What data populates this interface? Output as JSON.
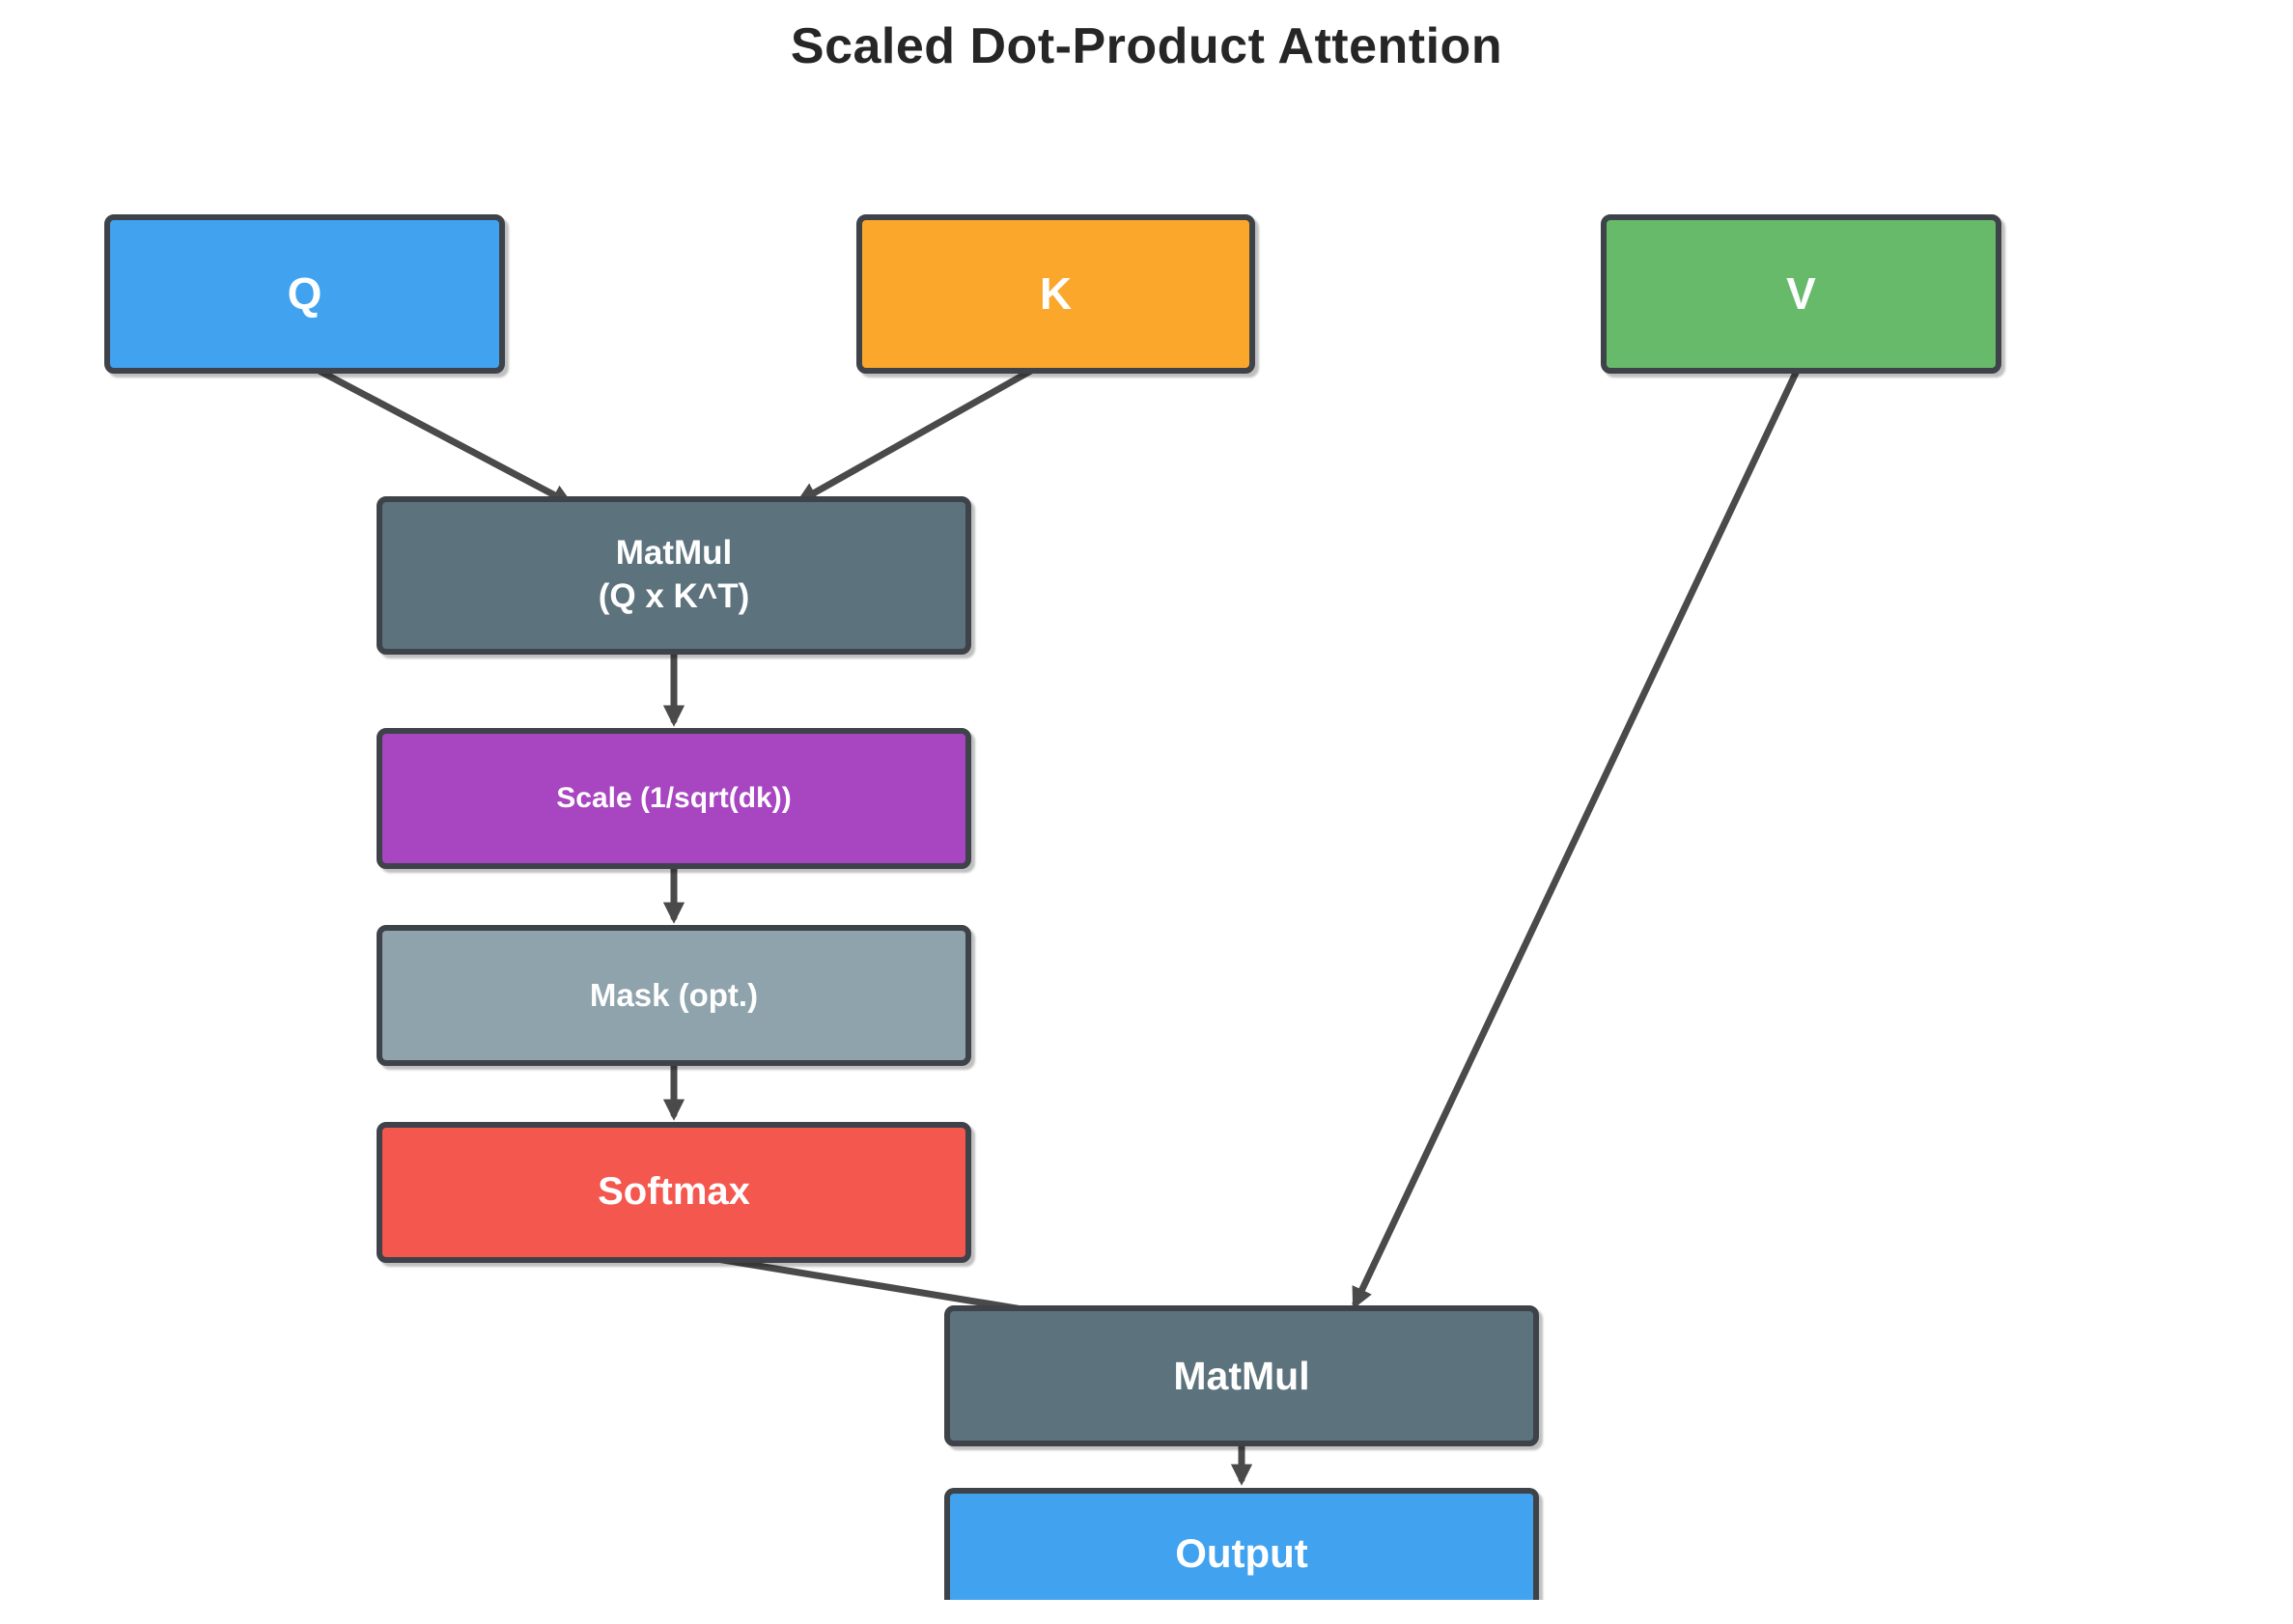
{
  "title": "Scaled Dot-Product Attention",
  "palette": {
    "input_blue": "#41A3F0",
    "key_orange": "#FAA72B",
    "value_green": "#67BA6A",
    "matmul_slate": "#5C727C",
    "scale_purple": "#A846C1",
    "mask_bluegray": "#8FA3AD",
    "softmax_red": "#F4574E",
    "node_border": "#3E4349",
    "arrow_gray": "#4A4A4A",
    "title_text": "#262626",
    "node_text": "#FFFFFF",
    "background": "#FFFFFF"
  },
  "nodes": {
    "q": {
      "label": "Q",
      "color": "#41A3F0"
    },
    "k": {
      "label": "K",
      "color": "#FAA72B"
    },
    "v": {
      "label": "V",
      "color": "#67BA6A"
    },
    "matmul_qk": {
      "label_line1": "MatMul",
      "label_line2": "(Q x K^T)",
      "color": "#5C727C"
    },
    "scale": {
      "label": "Scale (1/sqrt(dk))",
      "color": "#A846C1"
    },
    "mask": {
      "label": "Mask (opt.)",
      "color": "#8FA3AD"
    },
    "softmax": {
      "label": "Softmax",
      "color": "#F4574E"
    },
    "matmul_v": {
      "label": "MatMul",
      "color": "#5C727C"
    },
    "output": {
      "label": "Output",
      "color": "#41A3F0"
    }
  },
  "edges": [
    {
      "from": "Q",
      "to": "MatMul (Q x K^T)"
    },
    {
      "from": "K",
      "to": "MatMul (Q x K^T)"
    },
    {
      "from": "MatMul (Q x K^T)",
      "to": "Scale (1/sqrt(dk))"
    },
    {
      "from": "Scale (1/sqrt(dk))",
      "to": "Mask (opt.)"
    },
    {
      "from": "Mask (opt.)",
      "to": "Softmax"
    },
    {
      "from": "Softmax",
      "to": "MatMul"
    },
    {
      "from": "V",
      "to": "MatMul"
    },
    {
      "from": "MatMul",
      "to": "Output"
    }
  ]
}
